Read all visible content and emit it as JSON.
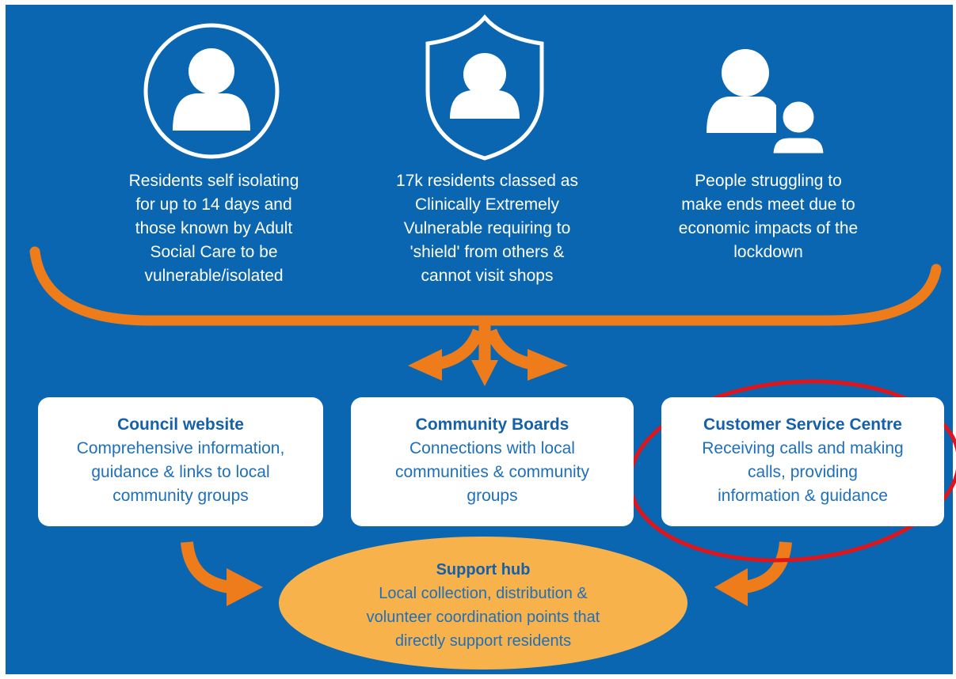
{
  "groups": [
    {
      "icon": "person-circle-icon",
      "lines": [
        "Residents self isolating",
        "for up to 14 days and",
        "those known by Adult",
        "Social Care to be",
        "vulnerable/isolated"
      ]
    },
    {
      "icon": "person-shield-icon",
      "lines": [
        "17k residents classed as",
        "Clinically Extremely",
        "Vulnerable requiring to",
        "'shield' from others &",
        "cannot visit shops"
      ]
    },
    {
      "icon": "two-people-icon",
      "lines": [
        "People struggling to",
        "make ends meet due to",
        "economic impacts of the",
        "lockdown"
      ]
    }
  ],
  "channels": [
    {
      "title": "Council website",
      "lines": [
        "Comprehensive information,",
        "guidance & links to local",
        "community groups"
      ]
    },
    {
      "title": "Community Boards",
      "lines": [
        "Connections with local",
        "communities & community",
        "groups"
      ]
    },
    {
      "title": "Customer Service Centre",
      "lines": [
        "Receiving calls and making",
        "calls, providing",
        "information &  guidance"
      ],
      "highlighted": true
    }
  ],
  "hub": {
    "title": "Support hub",
    "lines": [
      "Local collection, distribution &",
      "volunteer coordination points that",
      "directly support residents"
    ]
  },
  "colors": {
    "background": "#0a66b0",
    "arrows": "#ee7c1a",
    "hub_fill": "#f7b24c",
    "box_fill": "#ffffff",
    "title_text": "#1560a8",
    "highlight_ring": "#e0141b"
  }
}
